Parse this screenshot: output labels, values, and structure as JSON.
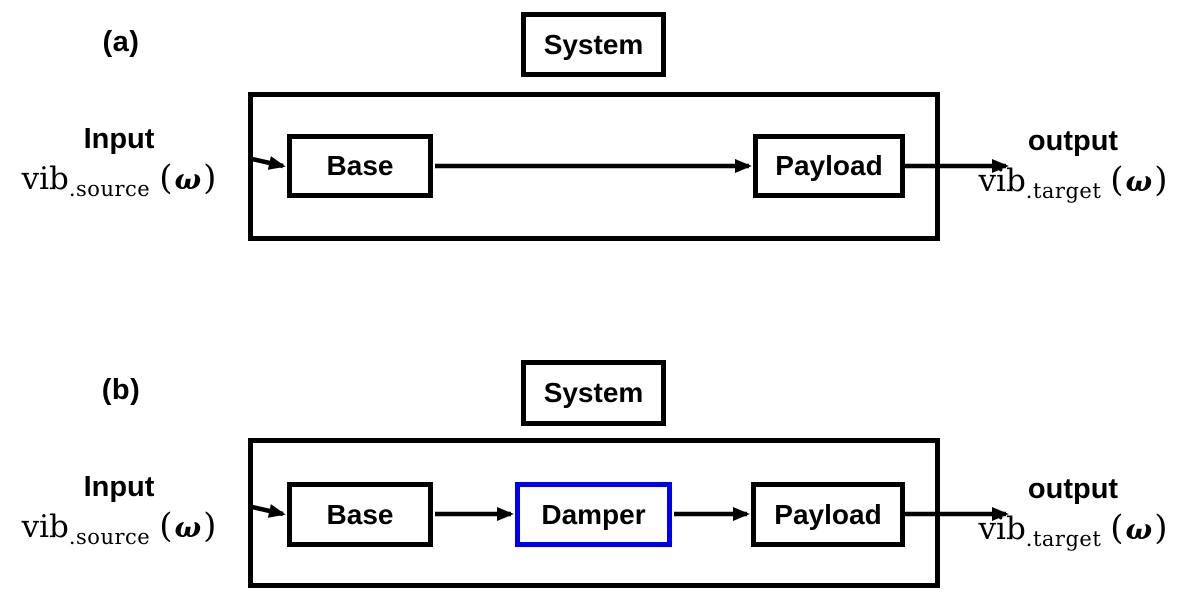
{
  "figure": {
    "background": "#ffffff",
    "line_color": "#000000",
    "damper_highlight": "#0000f0"
  },
  "diagram_a": {
    "panel_label": "(a)",
    "system_label": "System",
    "base_label": "Base",
    "payload_label": "Payload",
    "input": {
      "title": "Input",
      "signal": {
        "base": "vib",
        "subscript": ".source",
        "paren_open": "(",
        "omega": "ω",
        "paren_close": ")"
      }
    },
    "output": {
      "title": "output",
      "signal": {
        "base": "vib",
        "subscript": ".target",
        "paren_open": "(",
        "omega": "ω",
        "paren_close": ")"
      }
    }
  },
  "diagram_b": {
    "panel_label": "(b)",
    "system_label": "System",
    "base_label": "Base",
    "damper_label": "Damper",
    "payload_label": "Payload",
    "input": {
      "title": "Input",
      "signal": {
        "base": "vib",
        "subscript": ".source",
        "paren_open": "(",
        "omega": "ω",
        "paren_close": ")"
      }
    },
    "output": {
      "title": "output",
      "signal": {
        "base": "vib",
        "subscript": ".target",
        "paren_open": "(",
        "omega": "ω",
        "paren_close": ")"
      }
    }
  }
}
